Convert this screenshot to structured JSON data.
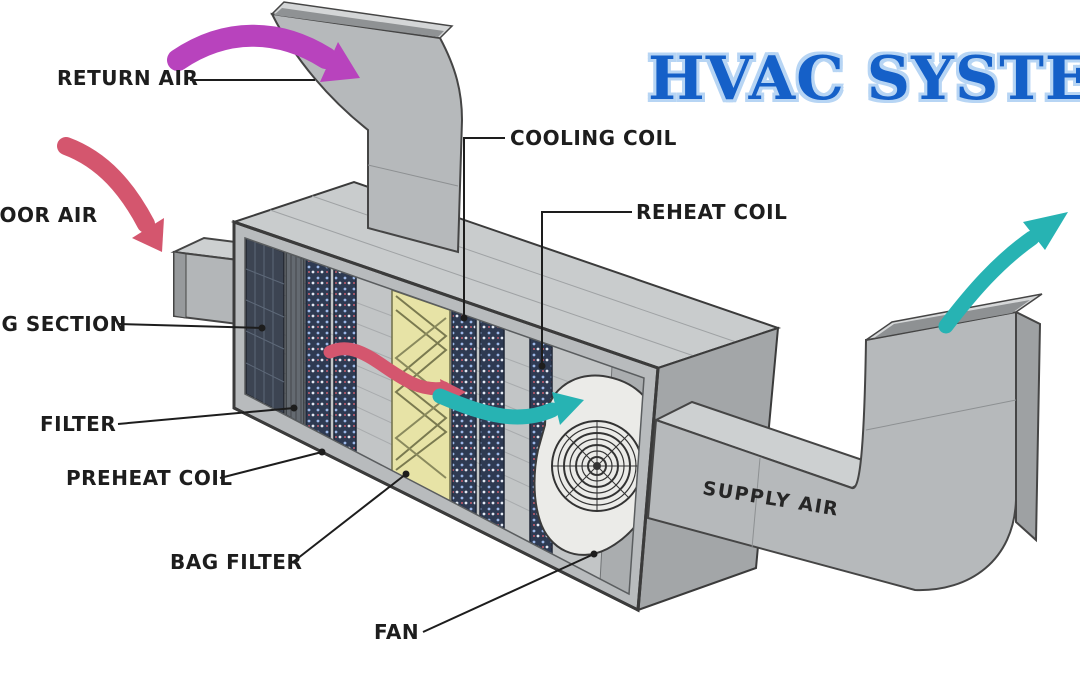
{
  "title": {
    "text": "HVAC SYSTEM"
  },
  "labels": {
    "return_air": "RETURN AIR",
    "outdoor_air": "OUTDOOR AIR",
    "mixing_section": "MIXING SECTION",
    "filter": "FILTER",
    "preheat_coil": "PREHEAT COIL",
    "bag_filter": "BAG FILTER",
    "fan": "FAN",
    "cooling_coil": "COOLING COIL",
    "reheat_coil": "REHEAT COIL",
    "supply_air": "SUPPLY AIR"
  },
  "colors": {
    "title_fill": "#1560c8",
    "title_outline": "#b7d5f4",
    "return_air_arrow": "#b843bd",
    "outdoor_air_arrow": "#d4566e",
    "mixed_air_arrow": "#d4566e",
    "supply_air_arrow": "#27b3b3",
    "duct_gray": "#b6b9bb",
    "duct_gray_light": "#cdd0d1",
    "duct_gray_dark": "#9ea1a3",
    "coil_navy": "#2e3a52",
    "bag_filter_yellow": "#e7e3a6",
    "label_text": "#1d1d1d",
    "leader_line": "#1d1d1d"
  },
  "diagram": {
    "subject": "HVAC system air handling unit cutaway",
    "components": [
      "return air duct",
      "outdoor air intake",
      "mixing section",
      "filter",
      "preheat coil",
      "bag filter",
      "cooling coil",
      "reheat coil",
      "fan",
      "supply air duct"
    ]
  }
}
